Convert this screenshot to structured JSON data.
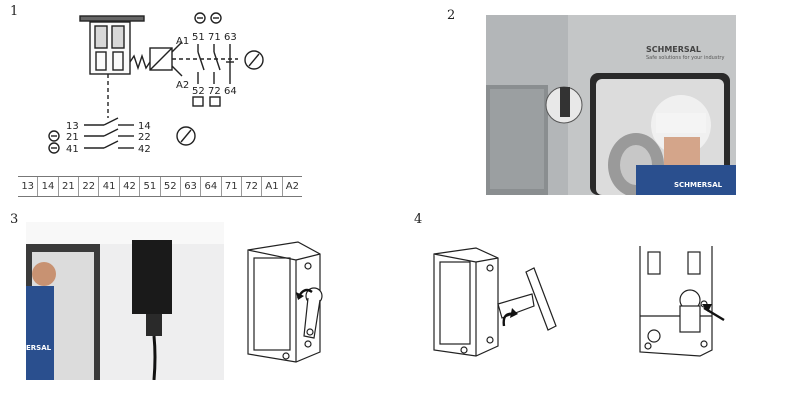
{
  "steps": [
    "1",
    "2",
    "3",
    "4"
  ],
  "schematic": {
    "coil_top": "A1",
    "coil_bottom": "A2",
    "contacts_top": [
      "51",
      "71",
      "63"
    ],
    "contacts_bottom": [
      "52",
      "72",
      "64"
    ],
    "left_contacts": [
      {
        "left": "13",
        "right": "14"
      },
      {
        "left": "21",
        "right": "22"
      },
      {
        "left": "41",
        "right": "42"
      }
    ],
    "terminals": [
      "13",
      "14",
      "21",
      "22",
      "41",
      "42",
      "51",
      "52",
      "63",
      "64",
      "71",
      "72",
      "A1",
      "A2"
    ]
  },
  "photo2": {
    "brand": "SCHMERSAL",
    "tagline": "Safe solutions for your industry",
    "vest_brand": "SCHMERSAL"
  },
  "photo3": {
    "vest_text": "ERSAL"
  },
  "colors": {
    "line": "#222222",
    "wall": "#9ea3a6",
    "helmet": "#f2f2f2",
    "vest": "#2a4f8e"
  }
}
